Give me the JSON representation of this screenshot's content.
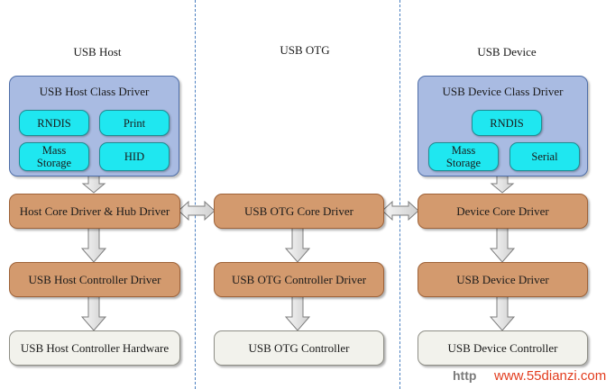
{
  "columns": {
    "host": {
      "title": "USB Host"
    },
    "otg": {
      "title": "USB OTG"
    },
    "device": {
      "title": "USB Device"
    }
  },
  "host": {
    "class_driver": {
      "title": "USB Host Class Driver",
      "items": [
        "RNDIS",
        "Print",
        "Mass\nStorage",
        "HID"
      ]
    },
    "core_driver": "Host Core Driver & Hub Driver",
    "controller_driver": "USB Host Controller Driver",
    "controller_hardware": "USB Host Controller Hardware"
  },
  "otg": {
    "core_driver": "USB OTG Core Driver",
    "controller_driver": "USB OTG Controller Driver",
    "controller": "USB OTG Controller"
  },
  "device": {
    "class_driver": {
      "title": "USB Device Class Driver",
      "items": [
        "RNDIS",
        "Mass\nStorage",
        "Serial"
      ]
    },
    "core_driver": "Device Core Driver",
    "device_driver": "USB Device Driver",
    "controller": "USB Device Controller"
  },
  "watermark": {
    "prefix": "http",
    "site": "www.55dianzi.com"
  },
  "colors": {
    "class_panel": "#a9bbe2",
    "pill": "#1fe7f0",
    "driver_box": "#d39a6e",
    "hardware_box": "#f2f2ec",
    "divider": "#4a7fc0",
    "arrow": "#e6e6e6"
  }
}
